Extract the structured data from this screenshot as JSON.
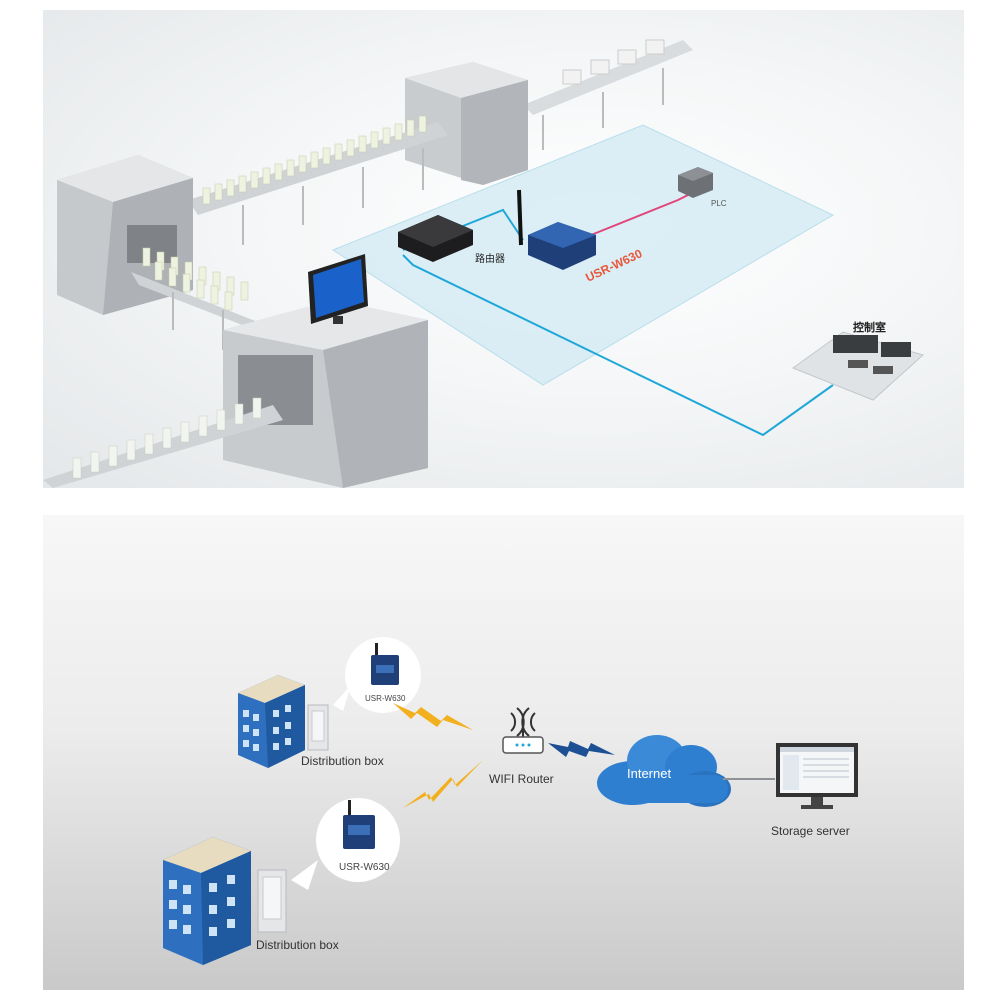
{
  "top": {
    "router_label": "路由器",
    "device_label": "USR-W630",
    "plc_label": "PLC",
    "control_label": "控制室"
  },
  "bottom": {
    "distribution_box_1": "Distribution box",
    "distribution_box_2": "Distribution box",
    "device_label_1": "USR-W630",
    "device_label_2": "USR-W630",
    "router_label": "WIFI Router",
    "internet_label": "Internet",
    "server_label": "Storage server"
  },
  "colors": {
    "network_line": "#1ea7d8",
    "plc_line": "#e0467a",
    "device_label": "#e8573a",
    "cloud": "#2f7fd0",
    "lightning": "#f2b01e",
    "building": "#2e6fbf"
  }
}
